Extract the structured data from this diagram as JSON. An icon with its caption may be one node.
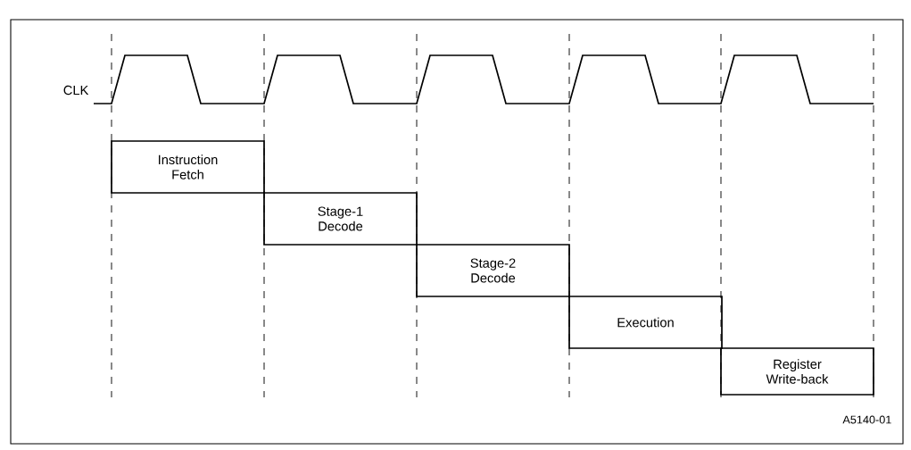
{
  "diagram": {
    "nodes": [
      {
        "text": [
          "Instruction Fetch"
        ]
      },
      {
        "text": [
          "Stage-1 Decode"
        ]
      },
      {
        "text": [
          "Stage-2 Decode"
        ]
      },
      {
        "text": [
          "Execution"
        ]
      },
      {
        "text": [
          "Register Write-back"
        ]
      }
    ],
    "labels": [
      "CLK",
      "A5140-01"
    ]
  }
}
